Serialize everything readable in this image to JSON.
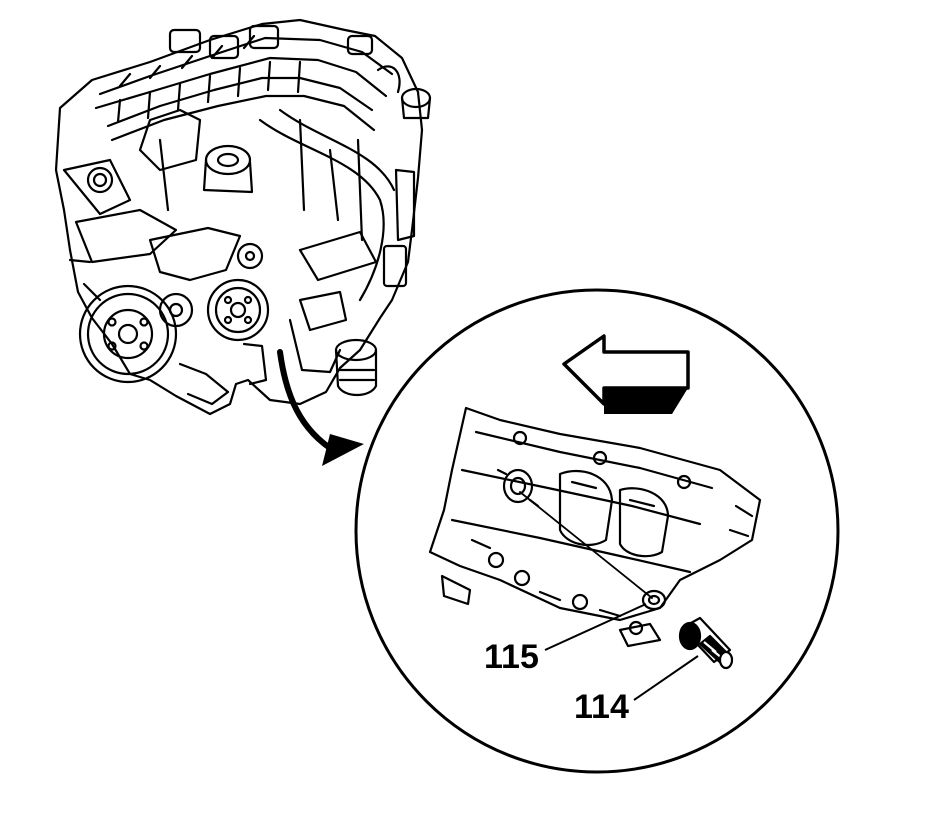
{
  "diagram": {
    "callouts": [
      {
        "id": "115",
        "label": "115"
      },
      {
        "id": "114",
        "label": "114"
      }
    ],
    "colors": {
      "line": "#000000",
      "background": "#ffffff"
    }
  }
}
